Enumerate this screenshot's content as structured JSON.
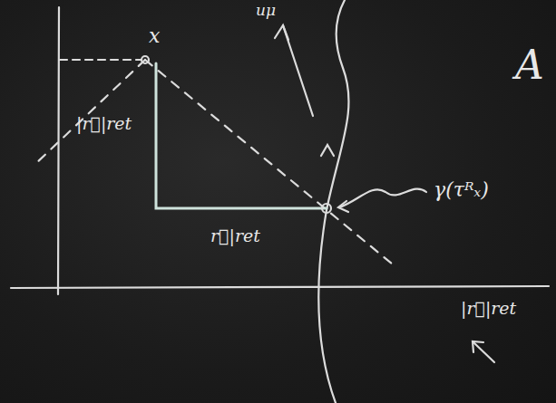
{
  "diagram": {
    "labels": [
      "x",
      "uμ",
      "A",
      "|r⃗|ret",
      "r⃗|ret",
      "γ(τᴿₓ)",
      "|r⃗|ret"
    ]
  }
}
